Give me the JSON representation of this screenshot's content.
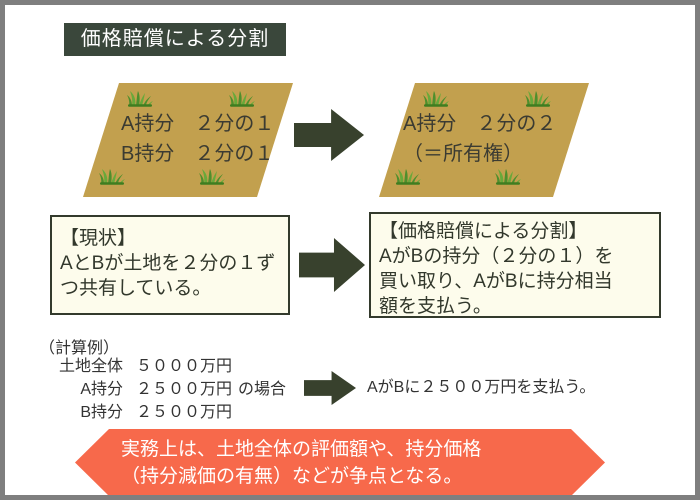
{
  "title": "価格賠償による分割",
  "colors": {
    "frame_gray": "#7f7f7f",
    "title_green": "#3a473b",
    "dark_green": "#38412d",
    "tan": "#c2a04e",
    "cream": "#fdfcec",
    "box_border": "#333a2c",
    "orange": "#f7694b"
  },
  "land_before": {
    "line1": "A持分　２分の１",
    "line2": "B持分　２分の１"
  },
  "land_after": {
    "line1": "A持分　２分の２",
    "line2": "（＝所有権）"
  },
  "current_box": {
    "heading": "【現状】",
    "lines": [
      "AとBが土地を２分の１ず",
      "つ共有している。"
    ]
  },
  "division_box": {
    "heading": "【価格賠償による分割】",
    "lines": [
      "AがBの持分（２分の１）を",
      "買い取り、AがBに持分相当",
      "額を支払う。"
    ]
  },
  "calc": {
    "heading": "（計算例）",
    "rows": [
      {
        "label": "土地全体",
        "value": "５０００万円",
        "suffix": ""
      },
      {
        "label": "A持分",
        "value": "２５００万円",
        "suffix": "の場合"
      },
      {
        "label": "B持分",
        "value": "２５００万円",
        "suffix": ""
      }
    ],
    "result": "AがBに２５００万円を支払う。"
  },
  "banner": {
    "line1": "実務上は、土地全体の評価額や、持分価格",
    "line2": "（持分減価の有無）などが争点となる。"
  }
}
